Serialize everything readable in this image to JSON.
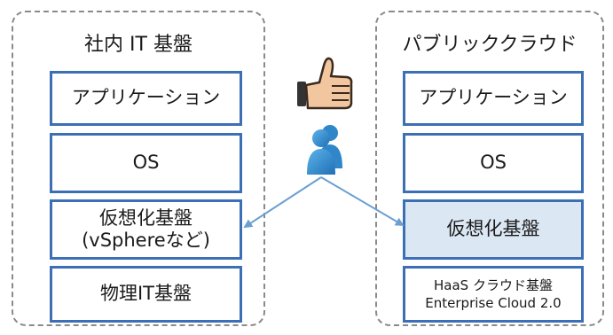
{
  "left_group": {
    "title": "社内 IT 基盤",
    "layers": [
      {
        "lines": [
          "アプリケーション"
        ]
      },
      {
        "lines": [
          "OS"
        ]
      },
      {
        "lines": [
          "仮想化基盤",
          "(vSphereなど)"
        ]
      },
      {
        "lines": [
          "物理IT基盤"
        ]
      }
    ]
  },
  "right_group": {
    "title": "パブリッククラウド",
    "layers": [
      {
        "lines": [
          "アプリケーション"
        ]
      },
      {
        "lines": [
          "OS"
        ]
      },
      {
        "lines": [
          "仮想化基盤"
        ],
        "highlighted": true
      },
      {
        "lines": [
          "HaaS クラウド基盤",
          "Enterprise Cloud 2.0"
        ]
      }
    ]
  },
  "icons": [
    "thumbs-up-icon",
    "user-icon"
  ],
  "colors": {
    "box_border": "#3d6fb5",
    "highlight_fill": "#dbe7f3",
    "arrow": "#6a9fd1",
    "group_border": "#8a8a8a"
  }
}
